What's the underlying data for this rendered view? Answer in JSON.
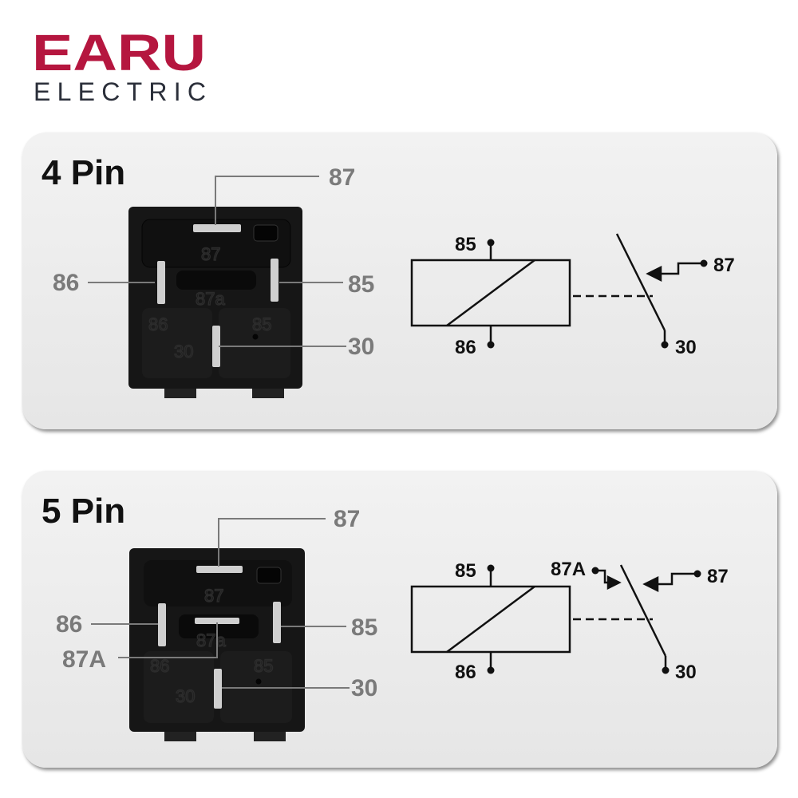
{
  "brand": {
    "name": "EARU",
    "tagline": "ELECTRIC",
    "color": "#b5163f",
    "tagline_color": "#2b2f3a"
  },
  "panels": [
    {
      "title": "4 Pin",
      "callouts": {
        "top": "87",
        "left": "86",
        "right": "85",
        "bottom": "30"
      },
      "embossed": [
        "87",
        "87a",
        "86",
        "85",
        "30"
      ],
      "schematic": {
        "coil_top": "85",
        "coil_bottom": "86",
        "contact_no": "87",
        "common": "30"
      }
    },
    {
      "title": "5 Pin",
      "callouts": {
        "top": "87",
        "left": "86",
        "right": "85",
        "bottom": "30",
        "extra": "87A"
      },
      "embossed": [
        "87",
        "87a",
        "86",
        "85",
        "30"
      ],
      "schematic": {
        "coil_top": "85",
        "coil_bottom": "86",
        "contact_nc": "87A",
        "contact_no": "87",
        "common": "30"
      }
    }
  ]
}
